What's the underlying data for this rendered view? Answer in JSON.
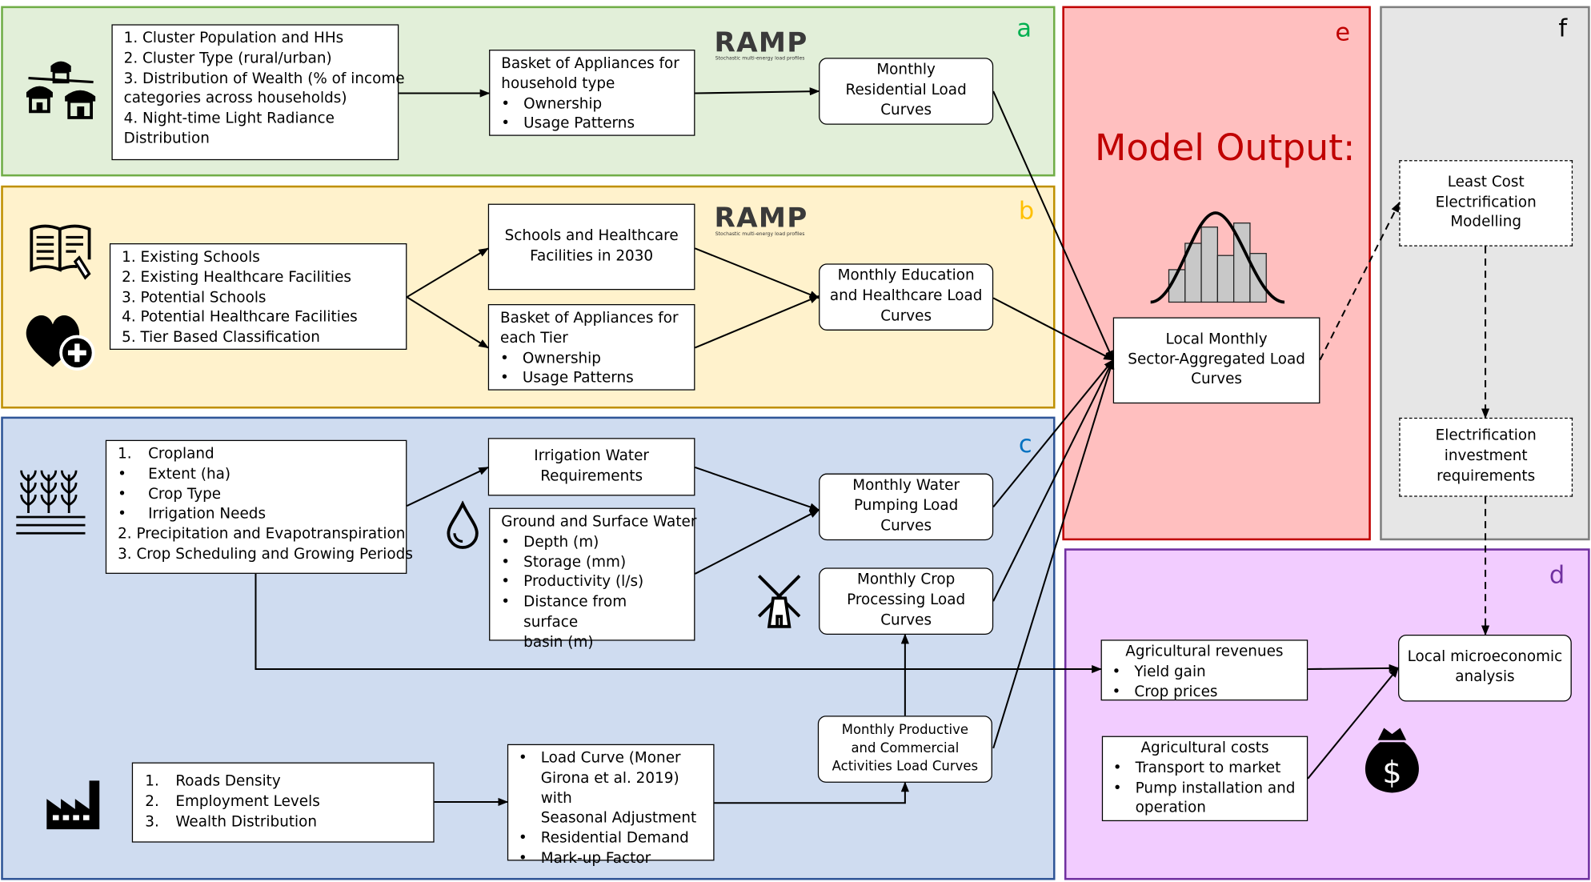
{
  "panels": {
    "a": "a",
    "b": "b",
    "c": "c",
    "d": "d",
    "e": "e",
    "f": "f"
  },
  "colors": {
    "a": "#00b050",
    "b": "#ffc000",
    "c": "#0070c0",
    "d": "#7030a0",
    "e": "#c00000",
    "f": "#000000"
  },
  "ramp": {
    "word": "RAMP",
    "tag": "Stochastic multi-energy load profiles"
  },
  "a": {
    "inputs": [
      "1. Cluster Population and HHs",
      "2. Cluster Type (rural/urban)",
      "3. Distribution of Wealth (% of income",
      "categories across households)",
      "4. Night-time Light Radiance",
      "Distribution"
    ],
    "basket": {
      "title": [
        "Basket of Appliances for",
        "household type"
      ],
      "bullets": [
        "Ownership",
        "Usage Patterns"
      ]
    },
    "output": [
      "Monthly",
      "Residential Load",
      "Curves"
    ]
  },
  "b": {
    "inputs": [
      "1. Existing Schools",
      "2. Existing Healthcare Facilities",
      "3. Potential Schools",
      "4. Potential Healthcare Facilities",
      "5. Tier Based Classification"
    ],
    "facilities": [
      "Schools and Healthcare",
      "Facilities in 2030"
    ],
    "basket": {
      "title": [
        "Basket of Appliances for",
        "each Tier"
      ],
      "bullets": [
        "Ownership",
        "Usage Patterns"
      ]
    },
    "output": [
      "Monthly Education",
      "and Healthcare Load",
      "Curves"
    ]
  },
  "c": {
    "cropland": {
      "n1": "1.",
      "t1": "Cropland",
      "bullets": [
        "Extent (ha)",
        "Crop Type",
        "Irrigation Needs"
      ],
      "l2": "2. Precipitation and Evapotranspiration",
      "l3": "3. Crop Scheduling and Growing Periods"
    },
    "irrigation": [
      "Irrigation Water",
      "Requirements"
    ],
    "water": {
      "title": "Ground and Surface Water",
      "bullets": [
        "Depth (m)",
        "Storage (mm)",
        "Productivity (l/s)",
        "Distance from surface",
        "basin (m)"
      ]
    },
    "pumping": [
      "Monthly Water",
      "Pumping Load",
      "Curves"
    ],
    "processing": [
      "Monthly Crop",
      "Processing Load",
      "Curves"
    ],
    "roads": [
      {
        "n": "1.",
        "t": "Roads Density"
      },
      {
        "n": "2.",
        "t": "Employment Levels"
      },
      {
        "n": "3.",
        "t": "Wealth Distribution"
      }
    ],
    "loadcurve": {
      "bullets": [
        "Load Curve (Moner",
        "Girona et al. 2019) with",
        "Seasonal Adjustment",
        "Residential Demand",
        "Mark-up Factor"
      ]
    },
    "productive": [
      "Monthly Productive",
      "and Commercial",
      "Activities Load Curves"
    ]
  },
  "e": {
    "title": "Model Output:",
    "aggregated": [
      "Local Monthly",
      "Sector-Aggregated Load",
      "Curves"
    ]
  },
  "f": {
    "least_cost": [
      "Least Cost",
      "Electrification",
      "Modelling"
    ],
    "investment": [
      "Electrification",
      "investment",
      "requirements"
    ]
  },
  "d": {
    "revenues": {
      "title": "Agricultural revenues",
      "bullets": [
        "Yield gain",
        "Crop prices"
      ]
    },
    "costs": {
      "title": "Agricultural costs",
      "bullets": [
        "Transport to market",
        "Pump installation and",
        "operation"
      ]
    },
    "micro": [
      "Local microeconomic",
      "analysis"
    ]
  },
  "icons": [
    "village-icon",
    "book-icon",
    "heart-plus-icon",
    "crops-icon",
    "water-drop-icon",
    "windmill-icon",
    "factory-icon",
    "money-bag-icon",
    "bell-curve-histogram-icon"
  ],
  "bullet_char": "•"
}
